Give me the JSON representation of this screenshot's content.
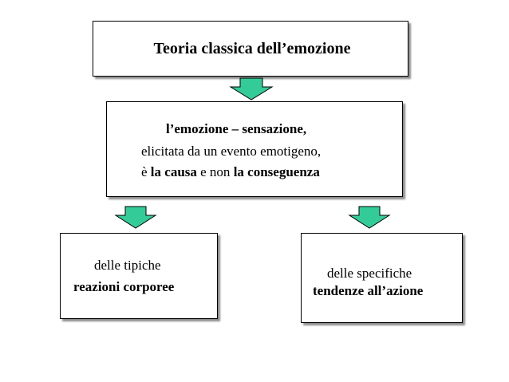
{
  "title_box": {
    "text": "Teoria classica dell’emozione"
  },
  "middle_box": {
    "line1": "l’emozione – sensazione,",
    "line2": "elicitata da un evento emotigeno,",
    "line3_prefix": "è ",
    "line3_bold1": "la causa",
    "line3_mid": " e non ",
    "line3_bold2": "la conseguenza"
  },
  "left_box": {
    "line1": "delle tipiche",
    "line2": "reazioni corporee"
  },
  "right_box": {
    "line1": "delle specifiche",
    "line2": "tendenze all’azione"
  },
  "colors": {
    "arrow_fill": "#33cc99",
    "arrow_stroke": "#000000",
    "box_border": "#000000",
    "text": "#000000"
  },
  "icons": {
    "arrow": "down-arrow-icon"
  }
}
